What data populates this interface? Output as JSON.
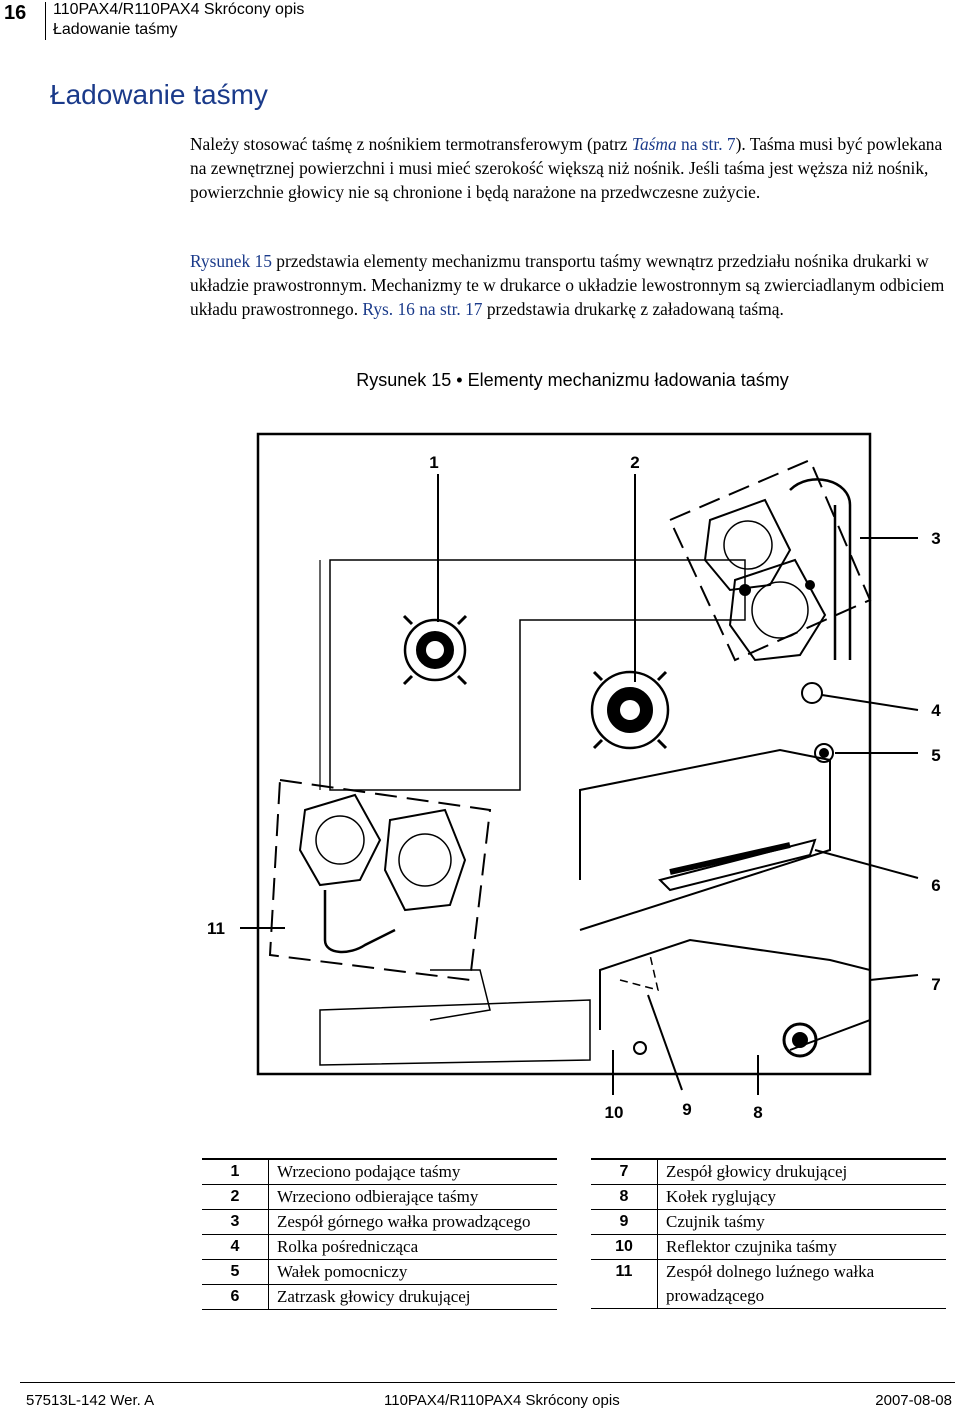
{
  "header": {
    "page_number": "16",
    "doc_title": "110PAX4/R110PAX4 Skrócony opis",
    "section": "Ładowanie taśmy"
  },
  "title": "Ładowanie taśmy",
  "para1": {
    "a": "Należy stosować taśmę z nośnikiem termotransferowym (patrz ",
    "b": "Taśma",
    "c": " na str. 7",
    "d": "). Taśma musi być powlekana na zewnętrznej powierzchni i musi mieć szerokość większą niż nośnik. Jeśli taśma jest węższa niż nośnik, powierzchnie głowicy nie są chronione i będą narażone na przedwczesne zużycie."
  },
  "para2": {
    "a": "Rysunek 15",
    "b": " przedstawia elementy mechanizmu transportu taśmy wewnątrz przedziału nośnika drukarki w układzie prawostronnym. Mechanizmy te w drukarce o układzie lewostronnym są zwierciadlanym odbiciem układu prawostronnego. ",
    "c": "Rys. 16 na str. 17",
    "d": " przedstawia drukarkę z załadowaną taśmą."
  },
  "figure": {
    "caption": "Rysunek 15 • Elementy mechanizmu ładowania taśmy",
    "callouts": [
      "1",
      "2",
      "3",
      "4",
      "5",
      "6",
      "7",
      "8",
      "9",
      "10",
      "11"
    ]
  },
  "legend_left": [
    {
      "n": "1",
      "text": "Wrzeciono podające taśmy"
    },
    {
      "n": "2",
      "text": "Wrzeciono odbierające taśmy"
    },
    {
      "n": "3",
      "text": "Zespół górnego wałka prowadzącego"
    },
    {
      "n": "4",
      "text": "Rolka pośrednicząca"
    },
    {
      "n": "5",
      "text": "Wałek pomocniczy"
    },
    {
      "n": "6",
      "text": "Zatrzask głowicy drukującej"
    }
  ],
  "legend_right": [
    {
      "n": "7",
      "text": "Zespół głowicy drukującej"
    },
    {
      "n": "8",
      "text": "Kołek ryglujący"
    },
    {
      "n": "9",
      "text": "Czujnik taśmy"
    },
    {
      "n": "10",
      "text": "Reflektor czujnika taśmy"
    },
    {
      "n": "11",
      "text": "Zespół dolnego luźnego wałka prowadzącego"
    }
  ],
  "footer": {
    "left": "57513L-142 Wer. A",
    "center": "110PAX4/R110PAX4 Skrócony opis",
    "right": "2007-08-08"
  }
}
